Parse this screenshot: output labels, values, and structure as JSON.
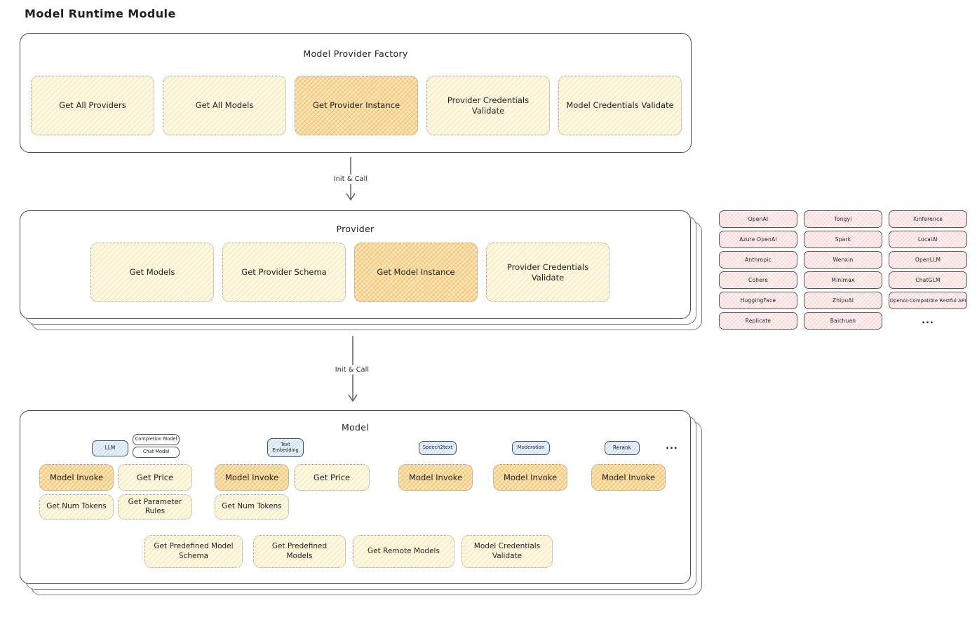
{
  "page_title": "Model Runtime Module",
  "factory": {
    "title": "Model Provider Factory",
    "buttons": [
      {
        "label": "Get All Providers",
        "highlighted": false
      },
      {
        "label": "Get All Models",
        "highlighted": false
      },
      {
        "label": "Get Provider Instance",
        "highlighted": true
      },
      {
        "label": "Provider Credentials Validate",
        "highlighted": false
      },
      {
        "label": "Model Credentials Validate",
        "highlighted": false
      }
    ]
  },
  "arrows": {
    "init_call_1": "Init & Call",
    "init_call_2": "Init & Call"
  },
  "provider": {
    "title": "Provider",
    "buttons": [
      {
        "label": "Get Models",
        "highlighted": false
      },
      {
        "label": "Get Provider Schema",
        "highlighted": false
      },
      {
        "label": "Get Model Instance",
        "highlighted": true
      },
      {
        "label": "Provider Credentials Validate",
        "highlighted": false
      }
    ]
  },
  "providers": {
    "items": [
      {
        "label": "OpenAI"
      },
      {
        "label": "Tongyi"
      },
      {
        "label": "Xinference"
      },
      {
        "label": "Azure OpenAI"
      },
      {
        "label": "Spark"
      },
      {
        "label": "LocalAI"
      },
      {
        "label": "Anthropic"
      },
      {
        "label": "Wenxin"
      },
      {
        "label": "OpenLLM"
      },
      {
        "label": "Cohere"
      },
      {
        "label": "Minimax"
      },
      {
        "label": "ChatGLM"
      },
      {
        "label": "HuggingFace"
      },
      {
        "label": "ZhipuAI"
      },
      {
        "label": "OpenAI-Compatible Restful API"
      },
      {
        "label": "Replicate"
      },
      {
        "label": "Baichuan"
      },
      {
        "label": "..."
      }
    ]
  },
  "model": {
    "title": "Model",
    "tags": {
      "llm": "LLM",
      "completion_model": "Completion Model",
      "chat_model": "Chat Model",
      "text_embedding": "Text Embedding",
      "speech2text": "Speech2text",
      "moderation": "Moderation",
      "rerank": "Rerank",
      "more": "..."
    },
    "buttons": {
      "model_invoke_llm": "Model Invoke",
      "get_price_llm": "Get Price",
      "get_num_tokens_llm": "Get Num Tokens",
      "get_parameter_rules": "Get Parameter Rules",
      "model_invoke_text_embedding": "Model Invoke",
      "get_price_text_embedding": "Get Price",
      "get_num_tokens_text_embedding": "Get Num Tokens",
      "model_invoke_speech2text": "Model Invoke",
      "model_invoke_moderation": "Model Invoke",
      "model_invoke_rerank": "Model Invoke",
      "get_predefined_model_schema": "Get Predefined Model Schema",
      "get_predefined_models": "Get Predefined Models",
      "get_remote_models": "Get Remote Models",
      "model_credentials_validate": "Model Credentials Validate"
    }
  }
}
